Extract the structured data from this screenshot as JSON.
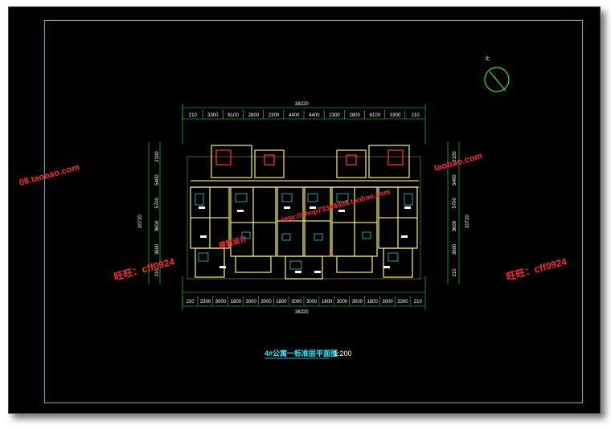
{
  "drawing": {
    "title": "4#公寓一标准层平面图",
    "scale": "1:200",
    "north_mark": "北",
    "total_width_top": "38220",
    "total_width_bottom": "38220",
    "total_height_left": "20720",
    "total_height_right": "20720",
    "top_dims": [
      "210",
      "3300",
      "6100",
      "2800",
      "2300",
      "4400",
      "4400",
      "2300",
      "2800",
      "6100",
      "3300",
      "210"
    ],
    "bottom_dims": [
      "210",
      "3300",
      "3000",
      "1800",
      "3000",
      "3000",
      "1800",
      "3000",
      "3000",
      "1800",
      "3000",
      "3000",
      "1800",
      "3000",
      "3300",
      "210"
    ],
    "left_dims": [
      "2100",
      "5400",
      "5700",
      "3600",
      "3600",
      "210"
    ],
    "right_dims": [
      "2100",
      "5400",
      "5700",
      "3600",
      "3600",
      "210"
    ]
  },
  "watermarks": {
    "left_url": "08.taobao.com",
    "right_url": "taobao.com",
    "center_url": "http://shop73348008.taobao.com",
    "center_cn": "建筑设计",
    "left_wangwang": "旺旺：cff0924",
    "right_wangwang": "旺旺：cff0924"
  },
  "colors": {
    "background": "#000000",
    "border": "#1ec8c8",
    "walls": "#e8e070",
    "dims": "#ffffff",
    "watermark": "#ff2a2a",
    "title": "#1ef0ff"
  }
}
